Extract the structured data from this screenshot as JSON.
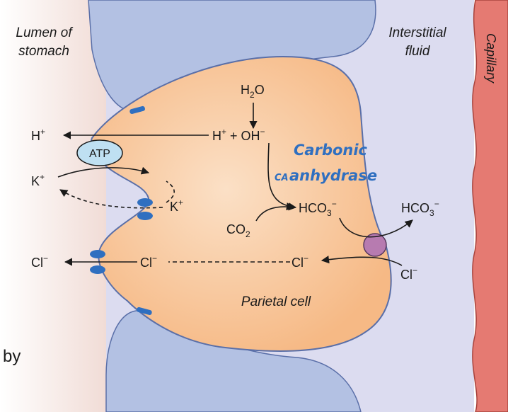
{
  "labels": {
    "lumen_line1": "Lumen of",
    "lumen_line2": "stomach",
    "interstitial_line1": "Interstitial",
    "interstitial_line2": "fluid",
    "capillary": "Capillary",
    "parietal_cell": "Parietal cell",
    "by": "by"
  },
  "species": {
    "h2o_base": "H",
    "h2o_sub": "2",
    "h2o_tail": "O",
    "h_plus_left": "H",
    "h_plus_left_sup": "+",
    "h_oh_h": "H",
    "h_oh_h_sup": "+",
    "h_oh_mid": " + OH",
    "h_oh_sup": "−",
    "k_plus_top": "K",
    "k_plus_top_sup": "+",
    "k_plus_inner": "K",
    "k_plus_inner_sup": "+",
    "co2_base": "CO",
    "co2_sub": "2",
    "hco3_in_base": "HCO",
    "hco3_in_sub": "3",
    "hco3_in_sup": "−",
    "hco3_out_base": "HCO",
    "hco3_out_sub": "3",
    "hco3_out_sup": "−",
    "cl_lumen": "Cl",
    "cl_lumen_sup": "−",
    "cl_mid": "Cl",
    "cl_mid_sup": "−",
    "cl_right": "Cl",
    "cl_right_sup": "−",
    "cl_out": "Cl",
    "cl_out_sup": "−"
  },
  "pump": {
    "label": "ATP"
  },
  "enzyme": {
    "line1": "Carbonic",
    "ca_prefix": "CA",
    "line2": "anhydrase"
  },
  "colors": {
    "cell_fill": "#f8c79a",
    "neighbor_cell_fill": "#b3c1e3",
    "interstitial_bg": "#dcdcf0",
    "capillary_fill": "#e57a72",
    "transporter_blue": "#2f6fc0",
    "exchanger_purple": "#b77bb0",
    "enzyme_text": "#2f6fc0"
  }
}
